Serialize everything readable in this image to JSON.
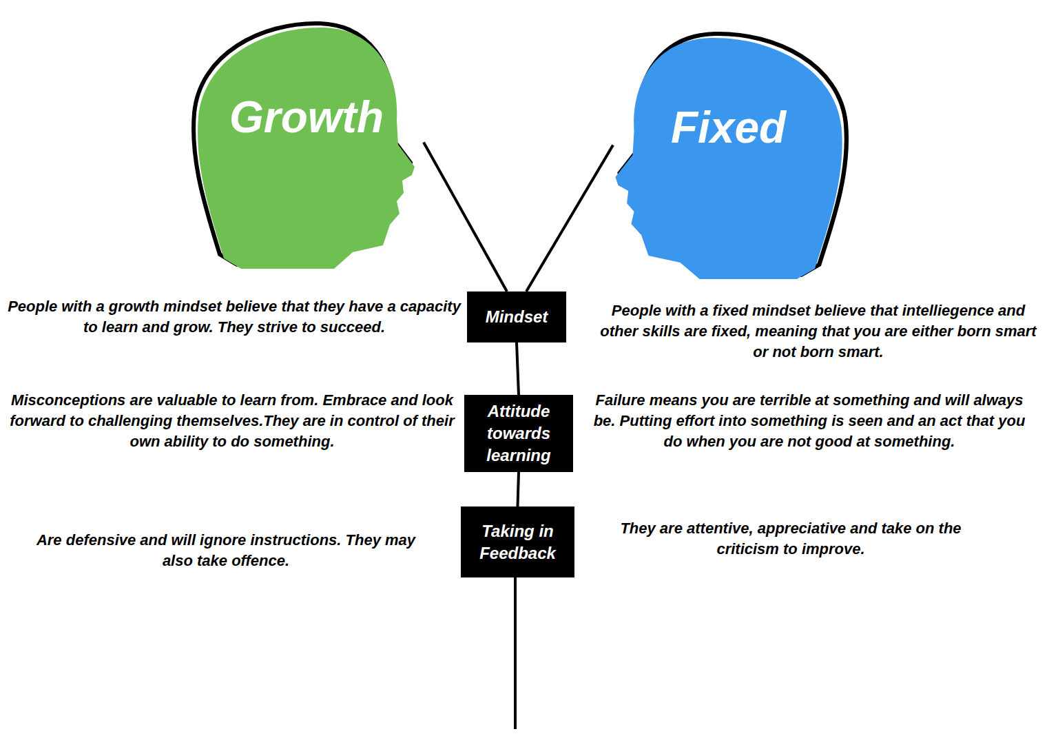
{
  "diagram": {
    "nodes": [
      {
        "text": [
          "Growth"
        ]
      },
      {
        "text": [
          "Fixed"
        ]
      },
      {
        "text": [
          "Mindset"
        ]
      },
      {
        "text": [
          "Attitude towards learning"
        ]
      },
      {
        "text": [
          "Taking in Feedback"
        ]
      }
    ],
    "edges": [
      {
        "from": 0,
        "to": 2,
        "arrow": "none"
      },
      {
        "from": 1,
        "to": 2,
        "arrow": "none"
      },
      {
        "from": 2,
        "to": 3,
        "arrow": "none"
      },
      {
        "from": 3,
        "to": 4,
        "arrow": "none"
      }
    ],
    "labels": [
      "People with a growth mindset believe that they have a capacity to learn and grow. They strive to succeed.",
      "People with a fixed mindset believe that intelliegence and other skills are fixed, meaning that you are either born smart or not born smart.",
      "Misconceptions are valuable to learn from. Embrace and look forward to challenging themselves.They are in control of their own ability to do something.",
      "Failure means you are terrible at something and will always be. Putting effort into something is seen and an act that you do when you are not good at something.",
      "Are defensive and will ignore instructions. They may also take offence.",
      "They are attentive, appreciative and take on the criticism to improve."
    ]
  }
}
